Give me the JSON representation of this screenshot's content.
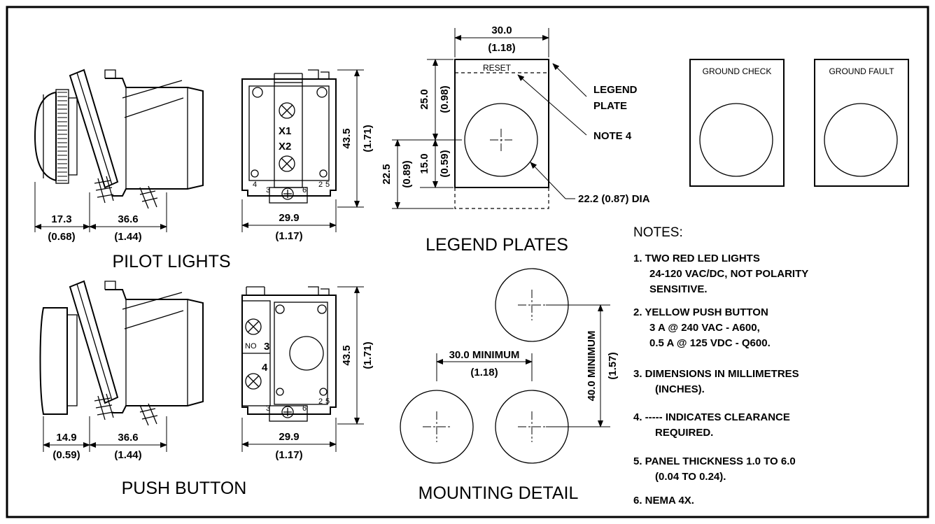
{
  "pilot_lights": {
    "title": "PILOT LIGHTS",
    "side_dim_1": "17.3",
    "side_dim_1_in": "(0.68)",
    "side_dim_2": "36.6",
    "side_dim_2_in": "(1.44)",
    "rear_terminal_1": "X1",
    "rear_terminal_2": "X2",
    "rear_width": "29.9",
    "rear_width_in": "(1.17)",
    "rear_height": "43.5",
    "rear_height_in": "(1.71)",
    "small_labels": [
      "4",
      "3",
      "6",
      "2",
      "5"
    ]
  },
  "push_button": {
    "title": "PUSH BUTTON",
    "side_dim_1": "14.9",
    "side_dim_1_in": "(0.59)",
    "side_dim_2": "36.6",
    "side_dim_2_in": "(1.44)",
    "rear_contact_no": "NO",
    "rear_contact_3": "3",
    "rear_contact_4": "4",
    "rear_width": "29.9",
    "rear_width_in": "(1.17)",
    "rear_height": "43.5",
    "rear_height_in": "(1.71)",
    "small_labels": [
      "3",
      "6",
      "2",
      "5"
    ]
  },
  "legend_plates": {
    "title": "LEGEND PLATES",
    "width": "30.0",
    "width_in": "(1.18)",
    "top_height": "25.0",
    "top_height_in": "(0.98)",
    "center_height": "15.0",
    "center_height_in": "(0.59)",
    "total_height": "22.5",
    "total_height_in": "(0.89)",
    "reset_label": "RESET",
    "legend_plate_label_1": "LEGEND",
    "legend_plate_label_2": "PLATE",
    "note_ref": "NOTE 4",
    "diameter": "22.2 (0.87) DIA",
    "plate_1": "GROUND CHECK",
    "plate_2": "GROUND FAULT"
  },
  "mounting_detail": {
    "title": "MOUNTING DETAIL",
    "horizontal_min": "30.0 MINIMUM",
    "horizontal_min_in": "(1.18)",
    "vertical_min": "40.0 MINIMUM",
    "vertical_min_in": "(1.57)"
  },
  "notes": {
    "heading": "NOTES:",
    "items": [
      [
        "1.  TWO RED LED LIGHTS",
        "24-120 VAC/DC, NOT POLARITY",
        "SENSITIVE."
      ],
      [
        "2.  YELLOW PUSH BUTTON",
        "3 A  @  240 VAC - A600,",
        "0.5 A  @  125 VDC - Q600."
      ],
      [
        "3.   DIMENSIONS IN MILLIMETRES",
        "(INCHES)."
      ],
      [
        "4.   -----  INDICATES CLEARANCE",
        "REQUIRED."
      ],
      [
        "5.   PANEL THICKNESS 1.0 TO 6.0",
        "(0.04 TO 0.24)."
      ],
      [
        "6.   NEMA 4X."
      ]
    ]
  }
}
